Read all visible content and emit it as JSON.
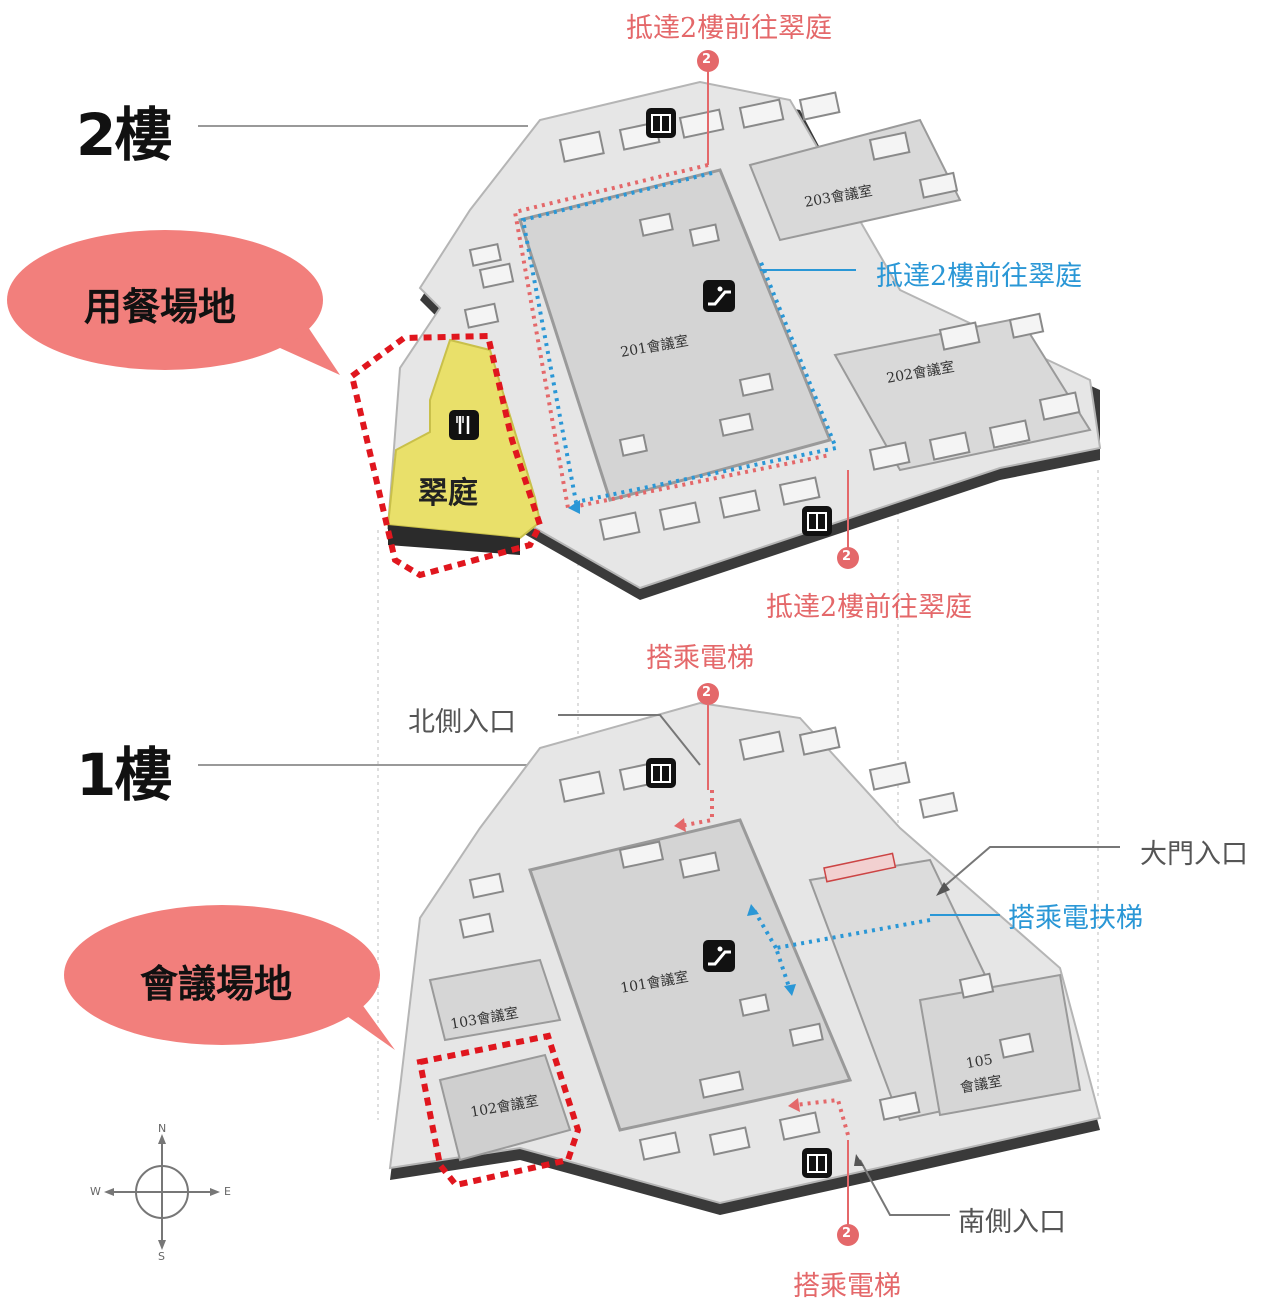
{
  "floors": {
    "floor2": "2樓",
    "floor1": "1樓"
  },
  "bubbles": {
    "dining": "用餐場地",
    "meeting": "會議場地"
  },
  "labels": {
    "arrive2_top": "抵達2樓前往翠庭",
    "arrive2_right": "抵達2樓前往翠庭",
    "arrive2_bottom": "抵達2樓前往翠庭",
    "elevator_top": "搭乘電梯",
    "elevator_bottom": "搭乘電梯",
    "north_entrance": "北側入口",
    "main_entrance": "大門入口",
    "escalator": "搭乘電扶梯",
    "south_entrance": "南側入口"
  },
  "rooms": {
    "r201": "201會議室",
    "r202": "202會議室",
    "r203": "203會議室",
    "r101": "101會議室",
    "r102": "102會議室",
    "r103": "103會議室",
    "r105_num": "105",
    "r105_name": "會議室",
    "cuiting": "翠庭"
  },
  "markers": {
    "step": "2"
  },
  "compass": {
    "n": "N",
    "s": "S",
    "e": "E",
    "w": "W"
  },
  "icons": [
    "elevator-icon",
    "escalator-icon",
    "restaurant-icon",
    "compass-icon"
  ],
  "colors": {
    "route_red": "#e4686a",
    "route_blue": "#2a97d6",
    "dining_yellow": "#e9e06a",
    "bubble_pink": "#f27f7c"
  }
}
